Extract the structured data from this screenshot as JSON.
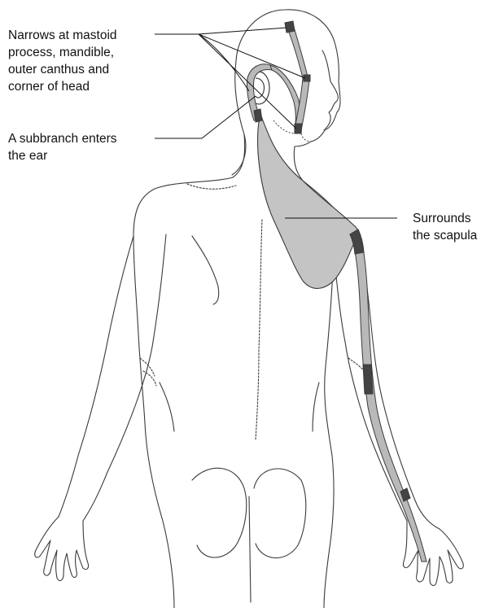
{
  "labels": {
    "narrows": [
      "Narrows at mastoid",
      "process, mandible,",
      "outer canthus and",
      "corner of head"
    ],
    "subbranch": [
      "A subbranch enters",
      "the ear"
    ],
    "scapula": [
      "Surrounds",
      "the scapula"
    ]
  },
  "colors": {
    "outline": "#3a3a3a",
    "channel_fill": "#b9b9b9",
    "channel_dark": "#444444",
    "scapula_fill": "#c4c4c4",
    "leader": "#111111"
  }
}
